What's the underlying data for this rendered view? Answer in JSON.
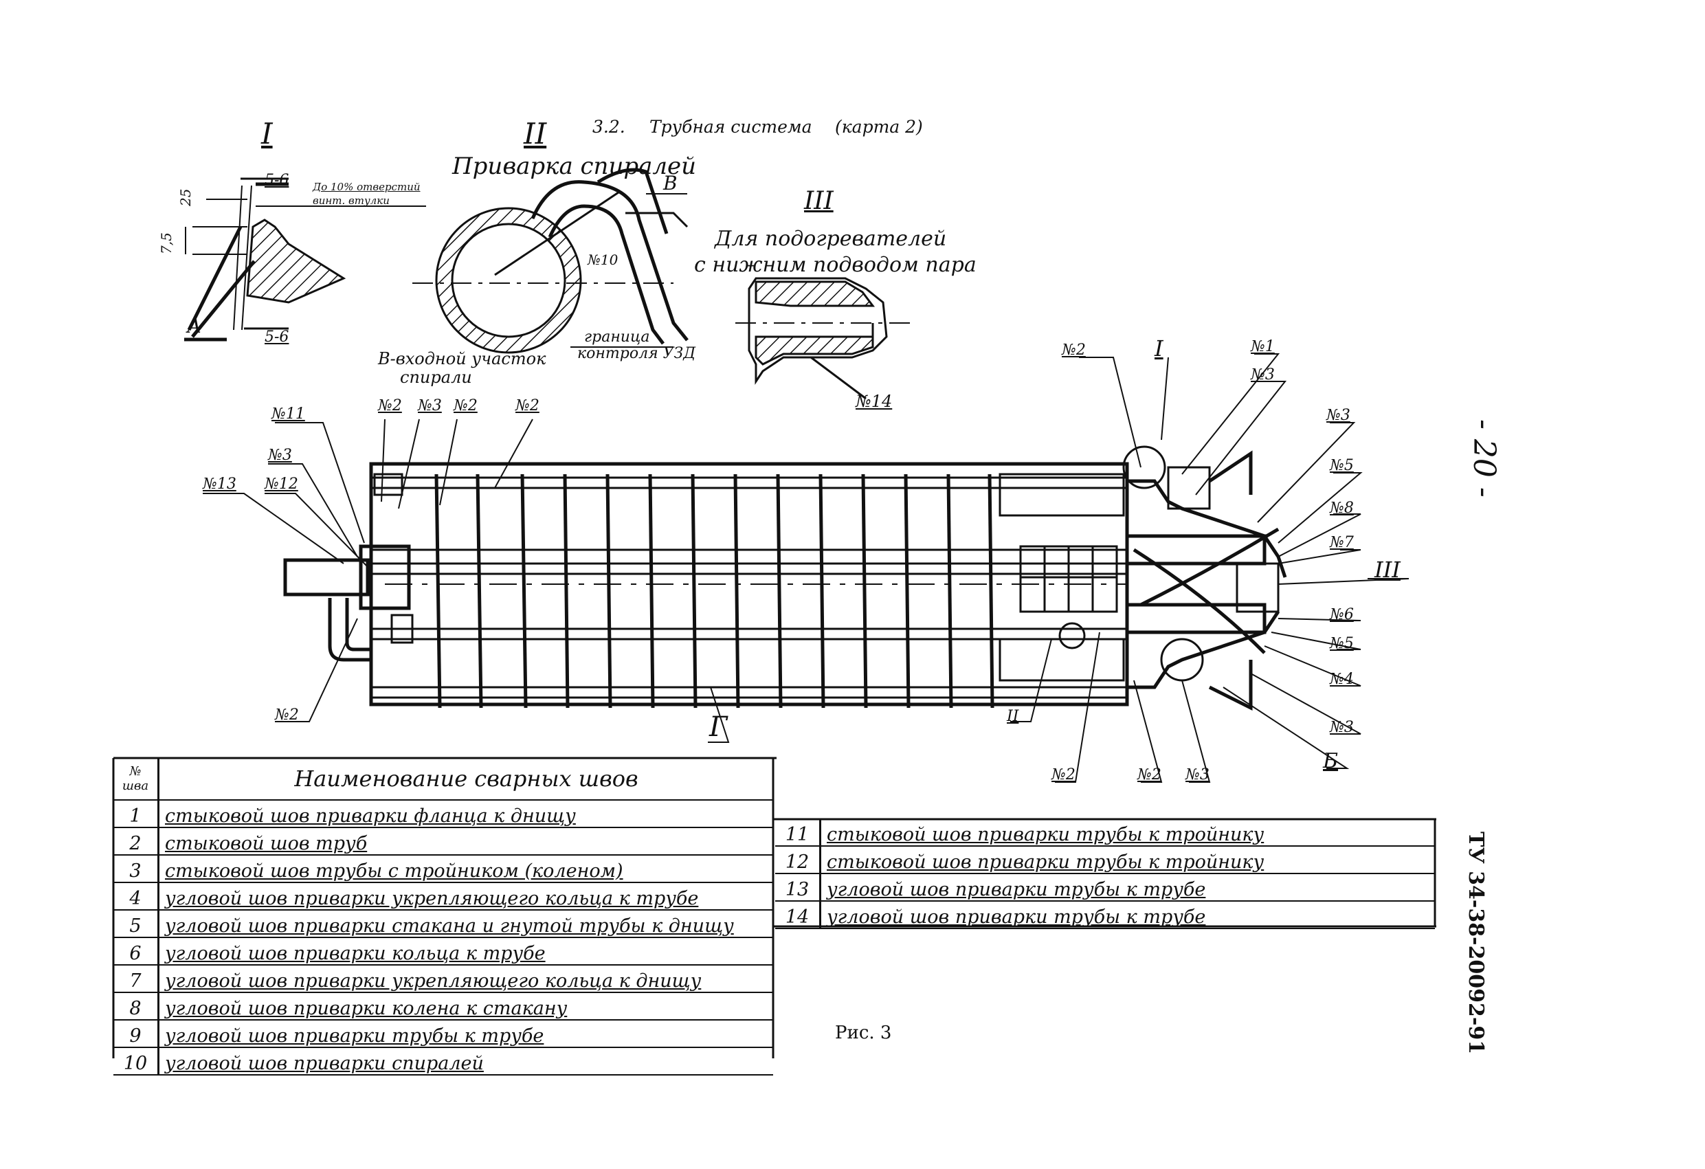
{
  "header": {
    "section": "3.2.",
    "title": "Трубная система",
    "map": "(карта 2)"
  },
  "views": {
    "view1": {
      "roman": "I",
      "dim_top": "5-6",
      "dim_bottom": "5-6",
      "dim_25": "25",
      "dim_75": "7,5",
      "note": "До 10% отверстий",
      "note2": "винт. втулки",
      "letter": "А"
    },
    "view2": {
      "roman": "II",
      "title": "Приварка спиралей",
      "letter_b": "В",
      "no10": "№10",
      "border1": "граница",
      "border2": "контроля УЗД",
      "inlet1": "В-входной участок",
      "inlet2": "спирали"
    },
    "view3": {
      "roman": "III",
      "title1": "Для подогревателей",
      "title2": "с нижним подводом пара",
      "no14": "№14"
    }
  },
  "callouts": {
    "left": [
      "№11",
      "№3",
      "№13",
      "№12",
      "№2",
      "№3",
      "№2",
      "№2",
      "№2"
    ],
    "right": [
      "№2",
      "I",
      "№1",
      "№3",
      "№3",
      "№5",
      "№8",
      "№7",
      "III",
      "№6",
      "№5",
      "№4",
      "№3",
      "Б",
      "№2",
      "№2",
      "№3",
      "II"
    ],
    "bottom_g": "Г"
  },
  "page_number": "- 20 -",
  "doc_code": "ТУ 34-38-20092-91",
  "figure_caption": "Рис. 3",
  "table": {
    "col_num": "№ шва",
    "col_name": "Наименование сварных швов",
    "rows_left": [
      {
        "n": "1",
        "name": "стыковой шов приварки фланца к днищу"
      },
      {
        "n": "2",
        "name": "стыковой шов труб"
      },
      {
        "n": "3",
        "name": "стыковой шов трубы с тройником (коленом)"
      },
      {
        "n": "4",
        "name": "угловой шов приварки укрепляющего кольца к трубе"
      },
      {
        "n": "5",
        "name": "угловой шов приварки стакана и гнутой трубы к днищу"
      },
      {
        "n": "6",
        "name": "угловой шов приварки кольца к трубе"
      },
      {
        "n": "7",
        "name": "угловой шов приварки укрепляющего кольца к днищу"
      },
      {
        "n": "8",
        "name": "угловой шов приварки колена к стакану"
      },
      {
        "n": "9",
        "name": "угловой шов приварки трубы к трубе"
      },
      {
        "n": "10",
        "name": "угловой шов приварки спиралей"
      }
    ],
    "rows_right": [
      {
        "n": "11",
        "name": "стыковой шов приварки трубы к тройнику"
      },
      {
        "n": "12",
        "name": "стыковой шов приварки трубы к тройнику"
      },
      {
        "n": "13",
        "name": "угловой шов приварки трубы к трубе"
      },
      {
        "n": "14",
        "name": "угловой шов приварки трубы к трубе"
      }
    ]
  }
}
